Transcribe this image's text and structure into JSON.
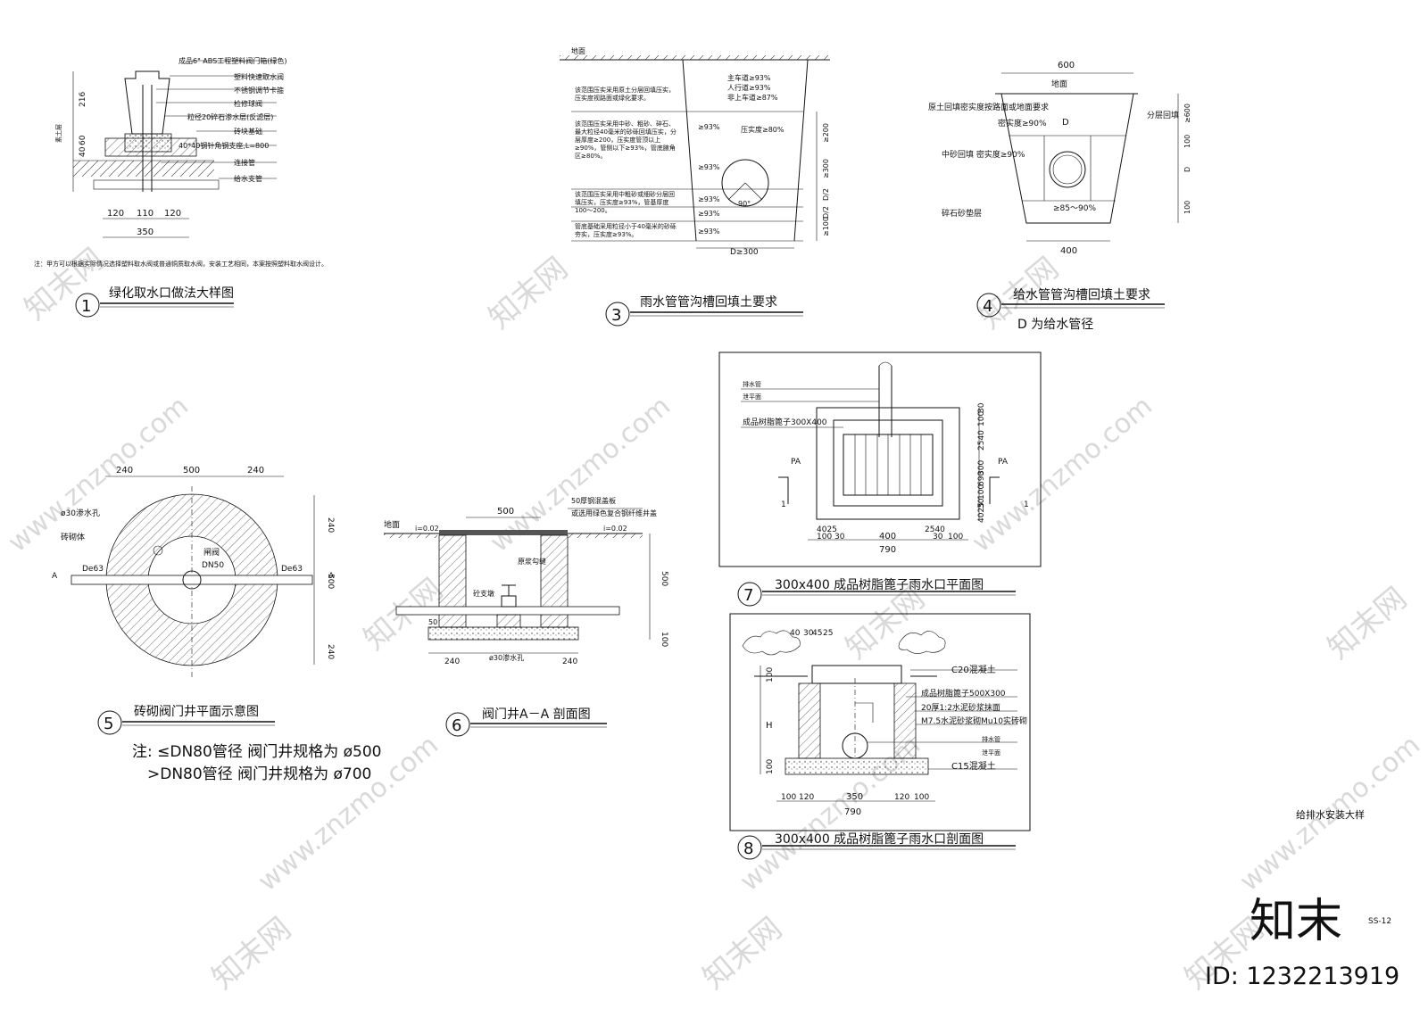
{
  "sheet_title": "给排水安装大样",
  "sheet_no": "SS-12",
  "watermark": {
    "brand": "知末",
    "site": "www.znzmo.com",
    "site_cn": "知末网",
    "id": "ID: 1232213919"
  },
  "d1": {
    "num": "1",
    "title": "绿化取水口做法大样图",
    "callouts": [
      "成品6\" ABS工程塑料阀门箱(绿色)",
      "塑料快速取水阀",
      "不锈钢调节卡箍",
      "检修球阀",
      "粒径20碎石渗水层(反滤层)",
      "砖块基础",
      "40*40钢针角钢支座,L=800",
      "连接管",
      "给水支管"
    ],
    "left_label": "素土层",
    "dims_v": [
      "216",
      "60",
      "40"
    ],
    "dims_h": [
      "120",
      "110",
      "120"
    ],
    "total": "350",
    "note": "注：甲方可以根据实际情况选择塑料取水阀或普通铜质取水阀，安装工艺相同，本案按照塑料取水阀设计。"
  },
  "d3": {
    "num": "3",
    "title": "雨水管管沟槽回填土要求",
    "ground": "地面",
    "left_notes": [
      "该范围压实采用原土分层回填压实，压实度视路面或绿化要求。",
      "该范围压实采用中砂、粗砂、碎石、最大粒径40毫米的砂砾回填压实，分层厚度≥200，压实度管顶以上≥90%，管侧以下≥93%，管底腋角区≥80%。",
      "该范围压实采用中粗砂或细砂分层回填压实，压实度≥93%，管基厚度100～200。",
      "管底基础采用粒径小于40毫米的砂砾夯实，压实度≥93%。"
    ],
    "road_reqs": [
      "主车道≥93%",
      "人行道≥93%",
      "非上车道≥87%"
    ],
    "compact": [
      "压实度≥80%",
      "≥93%",
      "≥93%",
      "≥93%",
      "≥93%",
      "≥93%"
    ],
    "angle": "90°",
    "width": "D≥300",
    "dims_v": [
      "≥200",
      "≥300",
      "D/2",
      "D/2",
      "≥100"
    ]
  },
  "d4": {
    "num": "4",
    "title": "给水管管沟槽回填土要求",
    "subtitle": "D 为给水管径",
    "top_width": "600",
    "bottom_width": "400",
    "ground": "地面",
    "labels": [
      "原土回填密实度按路面或地面要求",
      "密实度≥90%",
      "中砂回填  密实度≥90%",
      "≥85～90%",
      "碎石砂垫层",
      "分层回填",
      "D"
    ],
    "dims_v": [
      "≥600",
      "100",
      "D",
      "100"
    ]
  },
  "d5": {
    "num": "5",
    "title": "砖砌阀门井平面示意图",
    "dims_h": [
      "240",
      "500",
      "240"
    ],
    "dims_v": [
      "240",
      "500",
      "240"
    ],
    "labels": [
      "ø30渗水孔",
      "砖砌体",
      "闸阀",
      "DN50",
      "De63",
      "De63",
      "A",
      "A"
    ],
    "note_line1": "注: ≤DN80管径  阀门井规格为 ø500",
    "note_line2": ">DN80管径  阀门井规格为 ø700"
  },
  "d6": {
    "num": "6",
    "title": "阀门井A－A  剖面图",
    "labels": [
      "地面",
      "i=0.02",
      "i=0.02",
      "500",
      "50厚钢混盖板",
      "或选用绿色复合钢纤维井盖",
      "原浆勾缝",
      "砼支墩",
      "ø30渗水孔",
      "500",
      "100",
      "240",
      "240",
      "50"
    ]
  },
  "d7": {
    "num": "7",
    "title": "300x400 成品树脂篦子雨水口平面图",
    "labels": [
      "排水管",
      "泄平面",
      "成品树脂篦子300X400",
      "PA",
      "PA",
      "1",
      "1"
    ],
    "dims_v": [
      "30",
      "100",
      "2540",
      "300",
      "690",
      "100",
      "30",
      "4025"
    ],
    "dims_h_top": [
      "4025",
      "2540"
    ],
    "dims_h": [
      "100",
      "30",
      "400",
      "30",
      "100"
    ],
    "total": "790"
  },
  "d8": {
    "num": "8",
    "title": "300x400 成品树脂篦子雨水口剖面图",
    "labels": [
      "C20混凝土",
      "成品树脂篦子500X300",
      "20厚1:2水泥砂浆抹面",
      "M7.5水泥砂浆砌Mu10实砖砌",
      "排水管",
      "泄平面",
      "C15混凝土",
      "H"
    ],
    "dims_top": [
      "40",
      "30",
      "45",
      "25"
    ],
    "dims_v": [
      "100",
      "100"
    ],
    "dims_h": [
      "100",
      "120",
      "350",
      "120",
      "100"
    ],
    "total": "790"
  }
}
